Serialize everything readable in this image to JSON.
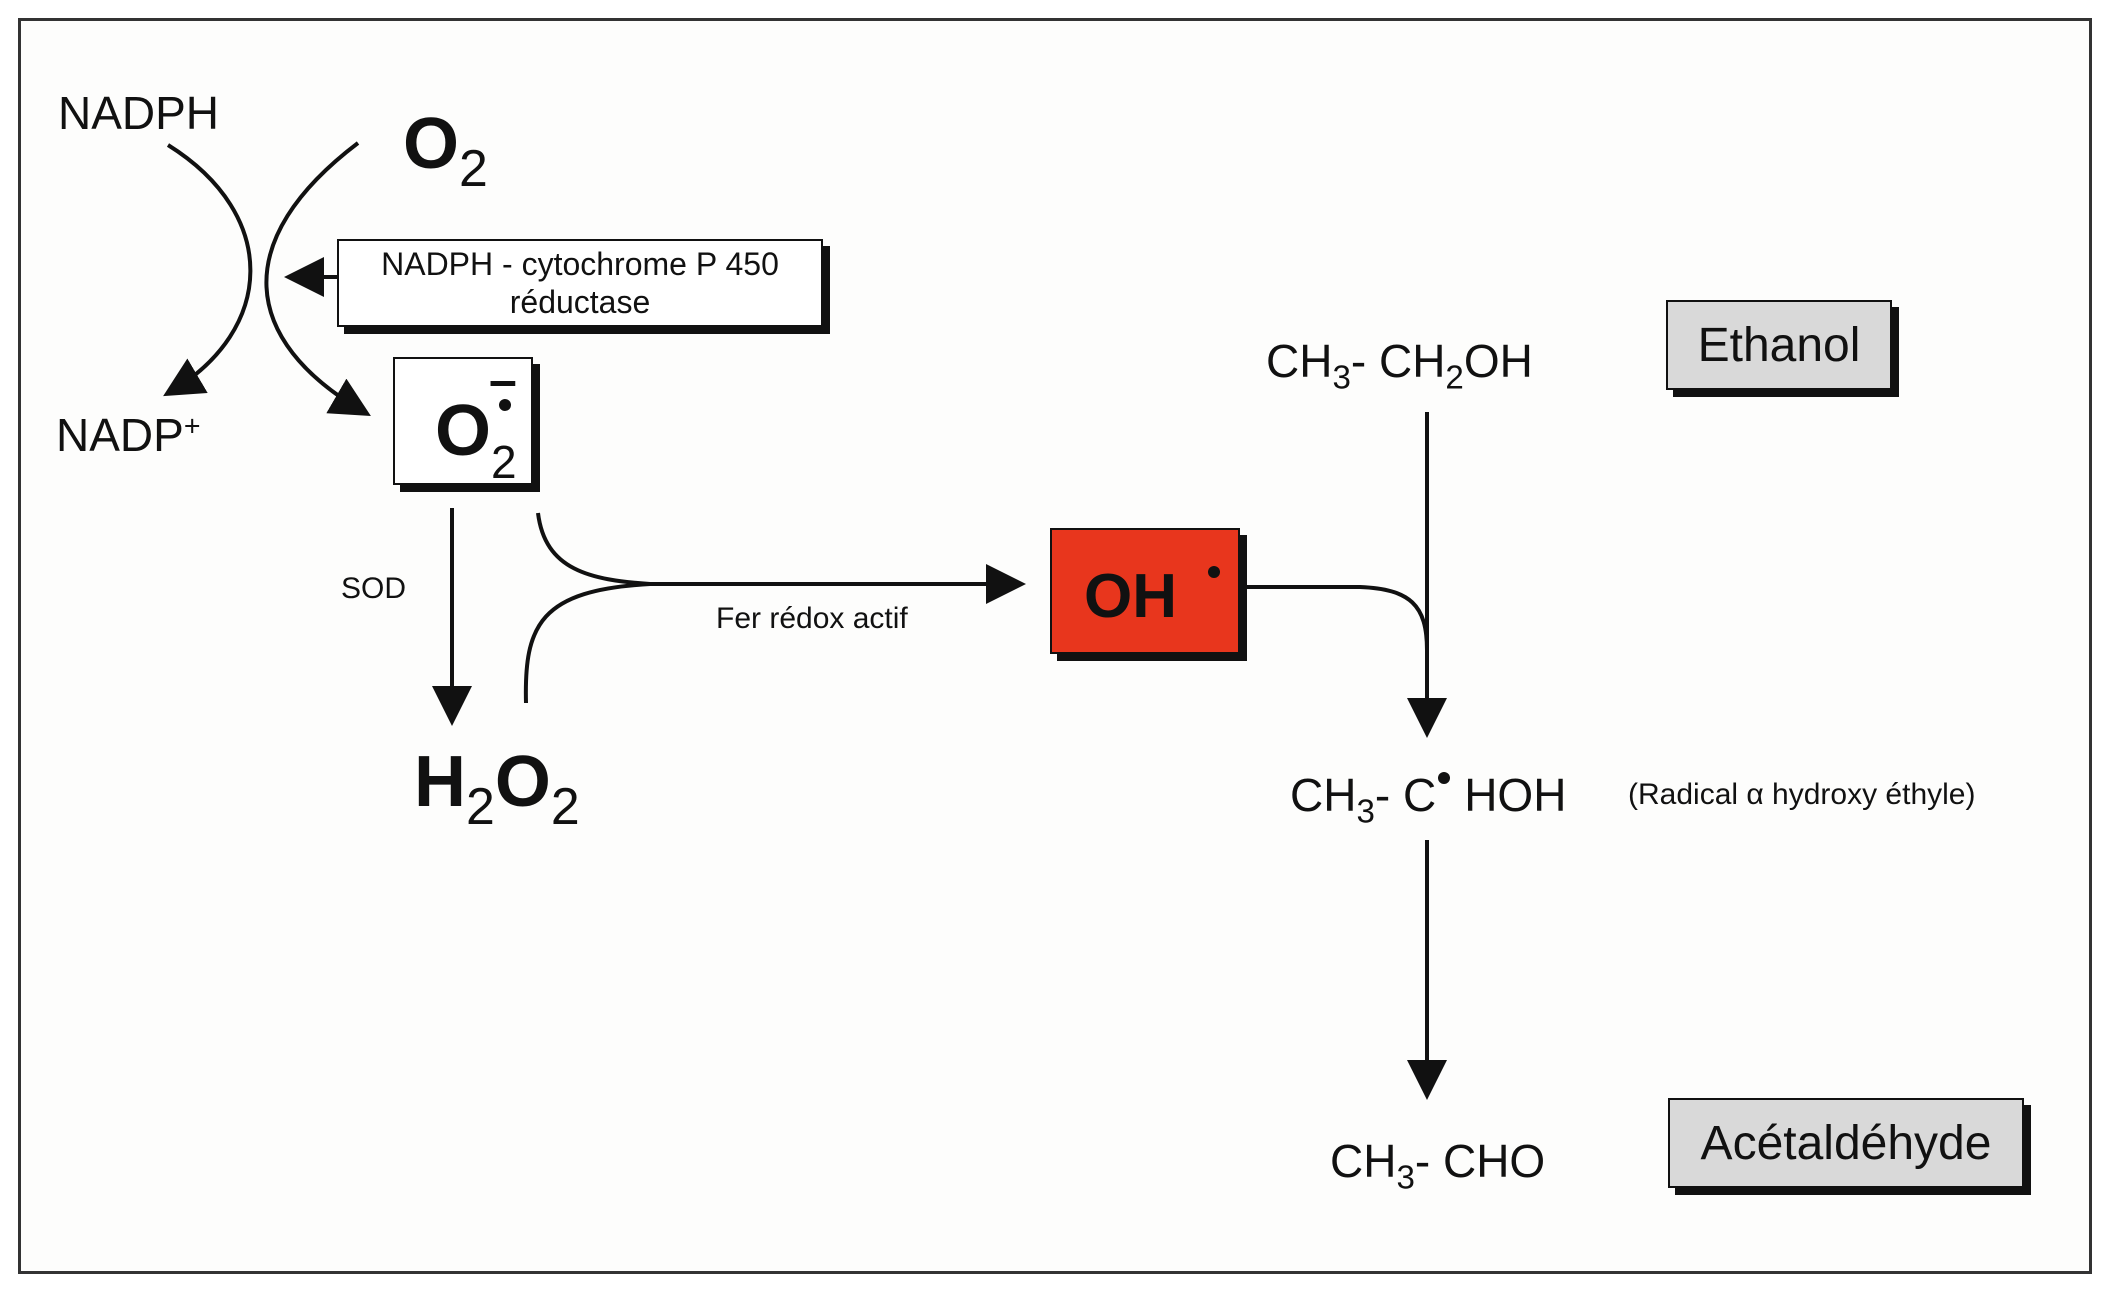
{
  "labels": {
    "nadph": "NADPH",
    "nadp": "NADP",
    "nadp_charge": "+",
    "o2": "O",
    "o2_sub": "2",
    "superoxide": "O",
    "superoxide_sub": "2",
    "superoxide_bar": "–",
    "sod": "SOD",
    "h2o2_h": "H",
    "h2o2_sub1": "2",
    "h2o2_o": "O",
    "h2o2_sub2": "2",
    "fer": "Fer rédox actif",
    "hydroxyl": "OH"
  },
  "enzyme": {
    "line1": "NADPH - cytochrome P 450",
    "line2": "réductase"
  },
  "chain": {
    "ethanol": {
      "ch": "CH",
      "sub": "3",
      "mid": "- CH",
      "sub2": "2",
      "end": "OH"
    },
    "radical": {
      "ch": "CH",
      "sub": "3",
      "mid": "- C",
      "end": "HOH"
    },
    "radical_name": "(Radical α hydroxy éthyle)",
    "acetaldehyde": {
      "ch": "CH",
      "sub": "3",
      "end": "- CHO"
    }
  },
  "names": {
    "ethanol": "Ethanol",
    "acetaldehyde": "Acétaldéhyde"
  },
  "colors": {
    "hydroxyl_fill": "#e8361d",
    "label_box_fill": "#d9d9d9",
    "line": "#111111"
  }
}
